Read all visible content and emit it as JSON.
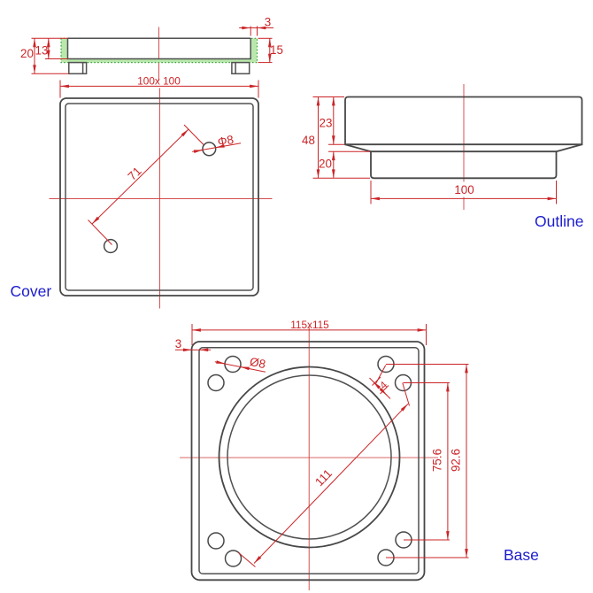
{
  "drawing": {
    "type": "technical-drawing",
    "part": "square drain cover set",
    "colors": {
      "dimension_red": "#cb2427",
      "geometry_gray": "#4d4d4d",
      "label_blue": "#1c1ccd",
      "section_fill_green": "#b9e8ac",
      "section_edge_green": "#3fa03f",
      "background": "#ffffff"
    },
    "views": {
      "section": {
        "dims": {
          "total_height": "20",
          "inner_depth": "13",
          "rim_thickness": "3",
          "wall_height": "15",
          "overall_size": "100x 100"
        }
      },
      "cover": {
        "label": "Cover",
        "dims": {
          "hole_spacing": "71",
          "hole_diameter": "Φ8"
        }
      },
      "outline": {
        "label": "Outline",
        "dims": {
          "top_height": "23",
          "total_height": "48",
          "base_height": "20",
          "base_width": "100"
        }
      },
      "base": {
        "label": "Base",
        "dims": {
          "overall_size": "115x115",
          "edge_thickness": "3",
          "hole_diameter": "Ø8",
          "hole_pair_offset": "4",
          "diagonal_spacing": "111",
          "vertical_spacing_inner": "75.6",
          "vertical_spacing_outer": "92.6"
        }
      }
    }
  }
}
